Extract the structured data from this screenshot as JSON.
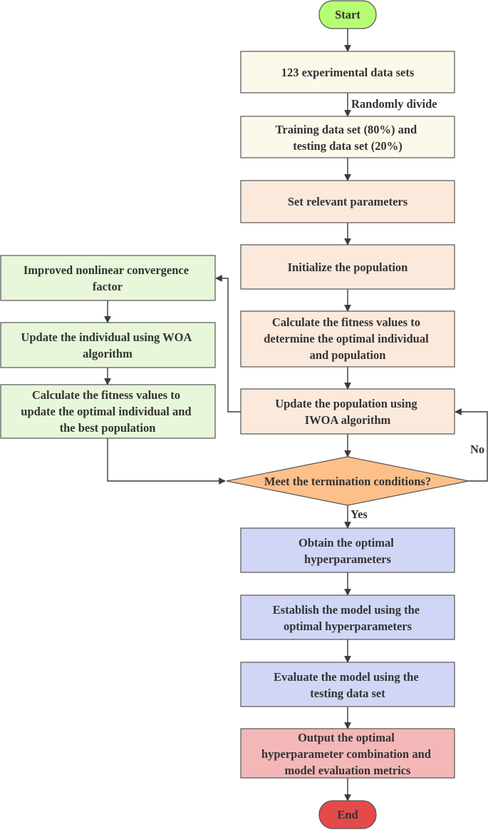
{
  "colors": {
    "start": "#b6ff72",
    "end": "#e44a4a",
    "data_box": "#fdf9ea",
    "process_box": "#fbe9dc",
    "woa_box": "#e8f6da",
    "decision": "#fdc08a",
    "result_box": "#d2d6f6",
    "output_box": "#f3b7b8",
    "line": "#3a3a3a"
  },
  "nodes": {
    "start": "Start",
    "data_sets": "123 experimental data sets",
    "split": [
      "Training data set (80%) and",
      "testing data set (20%)"
    ],
    "set_params": "Set relevant parameters",
    "init_pop": "Initialize the population",
    "calc_fitness": [
      "Calculate the fitness values to",
      "determine the optimal individual",
      "and population"
    ],
    "update_iwoa": [
      "Update the population using",
      "IWOA algorithm"
    ],
    "decision": "Meet the termination conditions?",
    "obtain_hyper": [
      "Obtain the optimal",
      "hyperparameters"
    ],
    "establish_model": [
      "Establish the model using the",
      "optimal hyperparameters"
    ],
    "evaluate_model": [
      "Evaluate the model using the",
      "testing data set"
    ],
    "output": [
      "Output the optimal",
      "hyperparameter combination and",
      "model evaluation metrics"
    ],
    "end": "End",
    "improved_factor": [
      "Improved nonlinear convergence",
      "factor"
    ],
    "update_woa": [
      "Update the individual using WOA",
      "algorithm"
    ],
    "calc_update": [
      "Calculate the fitness values to",
      "update the optimal individual and",
      "the best population"
    ]
  },
  "edge_labels": {
    "randomly_divide": "Randomly divide",
    "no": "No",
    "yes": "Yes"
  }
}
